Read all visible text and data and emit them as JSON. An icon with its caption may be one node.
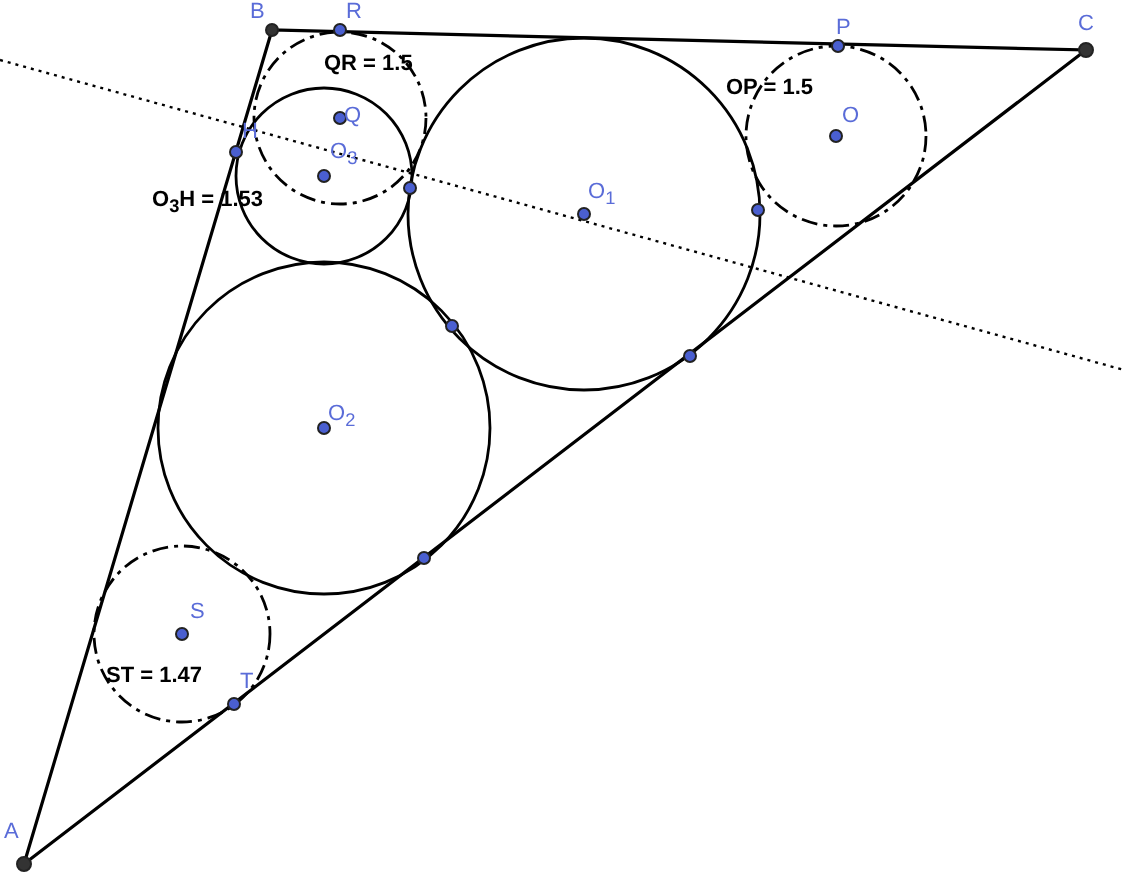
{
  "diagram": {
    "labels": [
      "B",
      "R",
      "C",
      "P",
      "QR = 1.5",
      "O",
      "OP = 1.5",
      "Q",
      "H",
      "O$_{3}$",
      "O$_{1}$",
      "O$_{3}$H = 1.53",
      "O$_{2}$",
      "S",
      "ST = 1.47",
      "T",
      "A"
    ]
  }
}
